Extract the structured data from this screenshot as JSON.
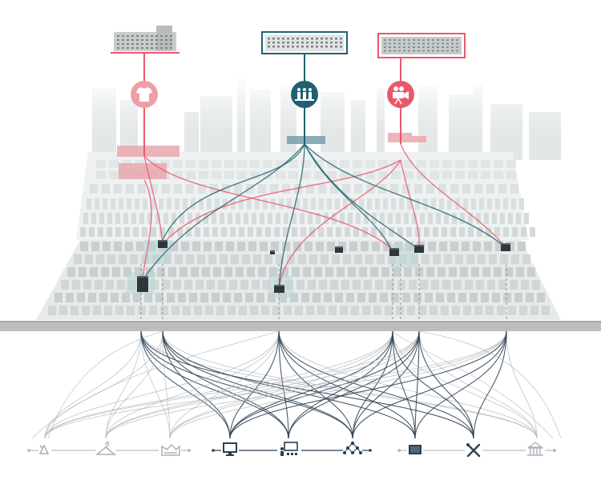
{
  "colors": {
    "accent_pink": "#e8586c",
    "accent_teal": "#1f6170",
    "dark_navy": "#2c3e50",
    "ground": "#e9ecec",
    "block": "#d9dddd",
    "slab": "#bcbebe",
    "grey_line": "#a9b1b8"
  },
  "factories": [
    {
      "name": "factory-left",
      "color": "pink",
      "icon": "tshirt-icon"
    },
    {
      "name": "factory-center",
      "color": "teal",
      "icon": "textile-workers-icon"
    },
    {
      "name": "factory-right",
      "color": "pink",
      "icon": "film-camera-icon"
    }
  ],
  "bottom_icons": [
    {
      "name": "recycle-icon",
      "tone": "grey"
    },
    {
      "name": "hanger-icon",
      "tone": "grey"
    },
    {
      "name": "sewing-workshop-icon",
      "tone": "grey"
    },
    {
      "name": "computer-monitor-icon",
      "tone": "dark"
    },
    {
      "name": "presentation-icon",
      "tone": "dark"
    },
    {
      "name": "network-people-icon",
      "tone": "dark"
    },
    {
      "name": "screen-panel-icon",
      "tone": "dark"
    },
    {
      "name": "tools-icon",
      "tone": "dark"
    },
    {
      "name": "museum-icon",
      "tone": "grey"
    }
  ]
}
